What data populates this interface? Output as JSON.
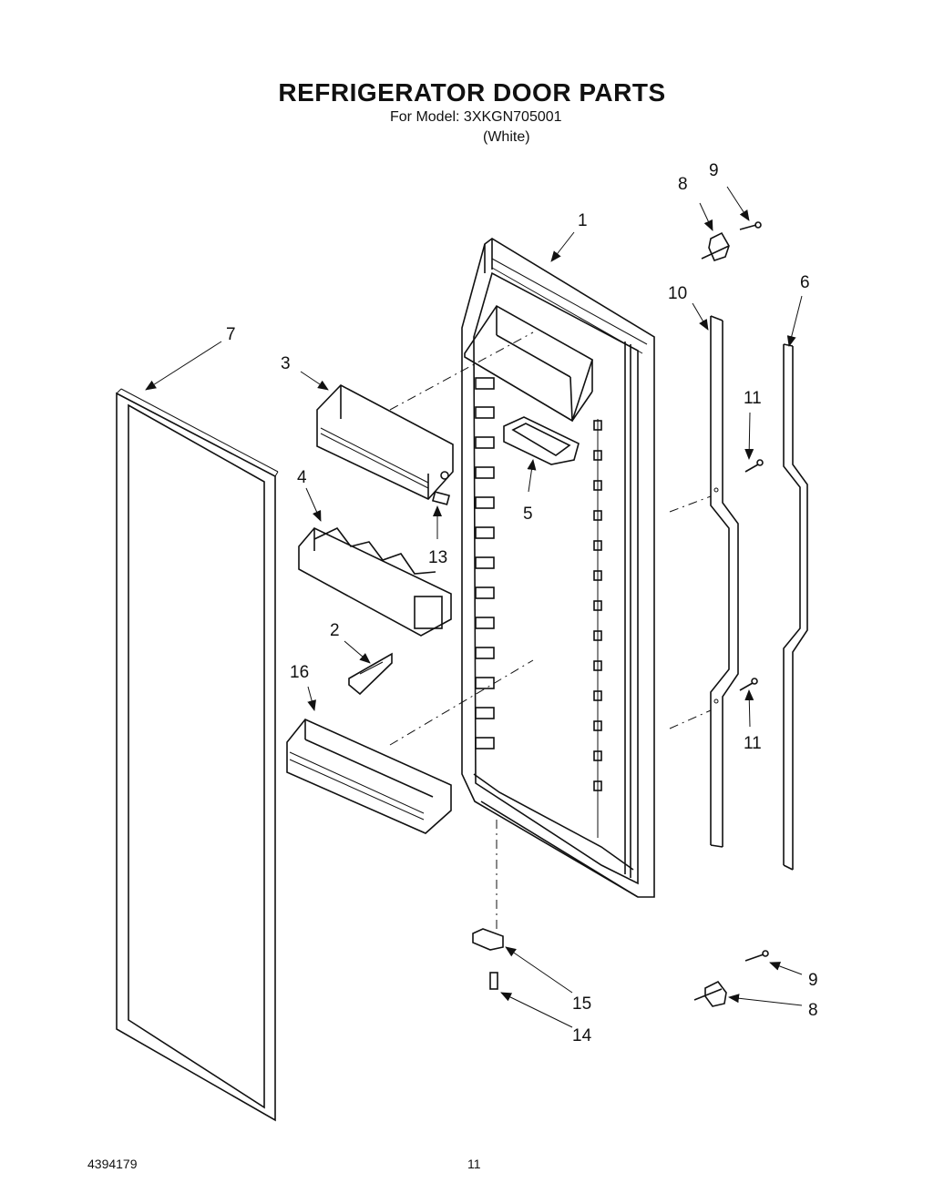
{
  "header": {
    "title": "REFRIGERATOR DOOR PARTS",
    "model_line": "For Model: 3XKGN705001",
    "color_line": "(White)"
  },
  "footer": {
    "doc_number": "4394179",
    "page": "11"
  },
  "callouts": {
    "c1": "1",
    "c2": "2",
    "c3": "3",
    "c4": "4",
    "c5": "5",
    "c6": "6",
    "c7": "7",
    "c8_top": "8",
    "c9_top": "9",
    "c10": "10",
    "c11_upper": "11",
    "c11_lower": "11",
    "c13": "13",
    "c14": "14",
    "c15": "15",
    "c16": "16",
    "c9_bottom": "9",
    "c8_bottom": "8"
  }
}
